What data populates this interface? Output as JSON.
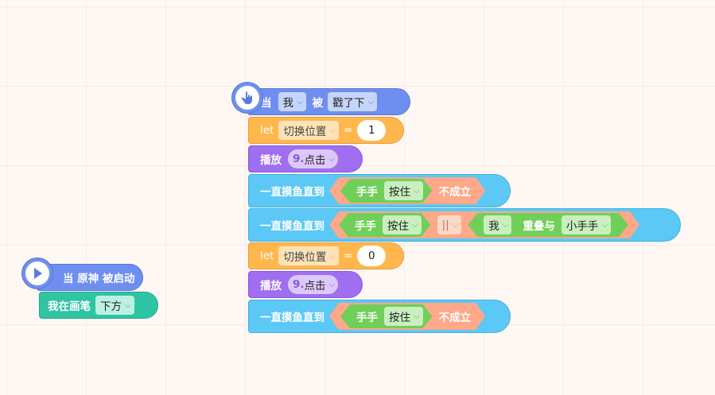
{
  "script1": {
    "hat_label": "当 原神 被启动",
    "pen_label": "我在画笔",
    "pen_value": "下方"
  },
  "script2": {
    "hat": {
      "when": "当",
      "target": "我",
      "was": "被",
      "action": "戳了下"
    },
    "let1": {
      "keyword": "let",
      "var": "切换位置",
      "op": "=",
      "value": "1"
    },
    "play1": {
      "keyword": "播放",
      "sound_num": "9.",
      "sound_name": "点击"
    },
    "loop1": {
      "label": "一直摸鱼直到",
      "sensor": "手手",
      "state": "按住",
      "negate": "不成立"
    },
    "loop2": {
      "label": "一直摸鱼直到",
      "sensor": "手手",
      "state": "按住",
      "or_op": "||",
      "subject": "我",
      "overlap": "重叠与",
      "object": "小手手"
    },
    "let2": {
      "keyword": "let",
      "var": "切换位置",
      "op": "=",
      "value": "0"
    },
    "play2": {
      "keyword": "播放",
      "sound_num": "9.",
      "sound_name": "点击"
    },
    "loop3": {
      "label": "一直摸鱼直到",
      "sensor": "手手",
      "state": "按住",
      "negate": "不成立"
    }
  },
  "icons": {
    "start": "play-icon",
    "tap": "pointer-hand-icon",
    "dropdown": "chevron-down-icon"
  },
  "colors": {
    "event": "#6f8ff0",
    "variable": "#ffb74d",
    "sound": "#a06ef0",
    "control": "#5cc8f5",
    "operator": "#ffa88a",
    "sensing": "#6fcf5a",
    "pen": "#2ec4a4"
  }
}
